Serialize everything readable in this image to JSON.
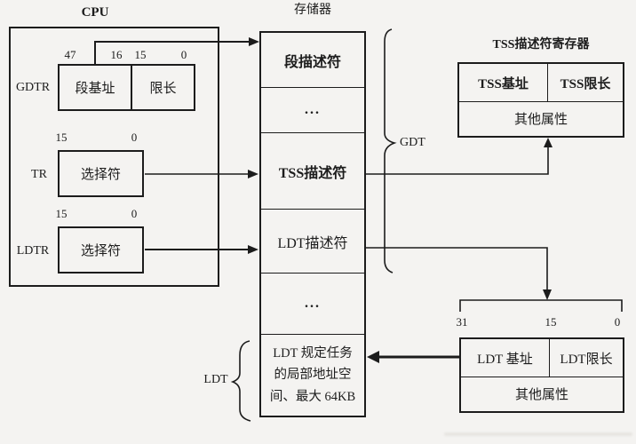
{
  "colors": {
    "background": "#f4f3f1",
    "ink": "#1c1c1c"
  },
  "cpu": {
    "title": "CPU",
    "gdtr": {
      "label": "GDTR",
      "bit_47": "47",
      "bit_16": "16",
      "bit_15": "15",
      "bit_0": "0",
      "base_field": "段基址",
      "limit_field": "限长"
    },
    "tr": {
      "label": "TR",
      "bit_15": "15",
      "bit_0": "0",
      "field": "选择符"
    },
    "ldtr": {
      "label": "LDTR",
      "bit_15": "15",
      "bit_0": "0",
      "field": "选择符"
    }
  },
  "memory": {
    "title": "存储器",
    "cells": [
      "段描述符",
      "...",
      "TSS描述符",
      "LDT描述符",
      "...",
      "LDT 规定任务\n的局部地址空\n间、最大 64KB"
    ]
  },
  "braces": {
    "gdt_label": "GDT",
    "ldt_label": "LDT"
  },
  "tss_register": {
    "title": "TSS描述符寄存器",
    "base": "TSS基址",
    "limit": "TSS限长",
    "attrs": "其他属性"
  },
  "ldt_register": {
    "bit_31": "31",
    "bit_15": "15",
    "bit_0": "0",
    "base": "LDT 基址",
    "limit": "LDT限长",
    "attrs": "其他属性"
  }
}
